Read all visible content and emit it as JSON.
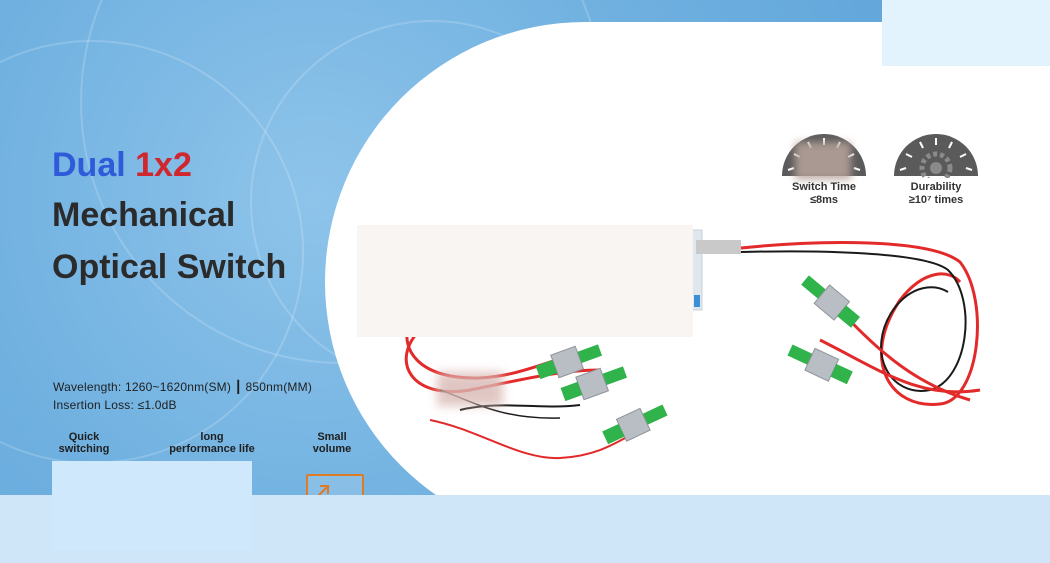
{
  "headline": {
    "word_dual": "Dual",
    "word_1x2": "1x2",
    "line2": "Mechanical",
    "line3": "Optical Switch"
  },
  "specs": {
    "wavelength": "Wavelength: 1260~1620nm(SM) ┃ 850nm(MM)",
    "insertion_loss": "Insertion Loss: ≤1.0dB"
  },
  "features": {
    "quick_line1": "Quick",
    "quick_line2": "switching",
    "long_line1": "long",
    "long_line2": "performance life",
    "small_line1": "Small",
    "small_line2": "volume"
  },
  "gauges": {
    "switch_time_title": "Switch Time",
    "switch_time_value": "≤8ms",
    "durability_title": "Durability",
    "durability_value": "≥10⁷ times"
  },
  "colors": {
    "dual": "#2f5bd9",
    "one_x_two": "#d0262e",
    "text": "#2b2b2b",
    "fiber_red": "#e32a2a",
    "connector_green": "#2fb34a",
    "accent_orange": "#e07b25"
  },
  "icons": [
    "gauge-icon",
    "gear-gauge-icon",
    "volume-icon"
  ]
}
